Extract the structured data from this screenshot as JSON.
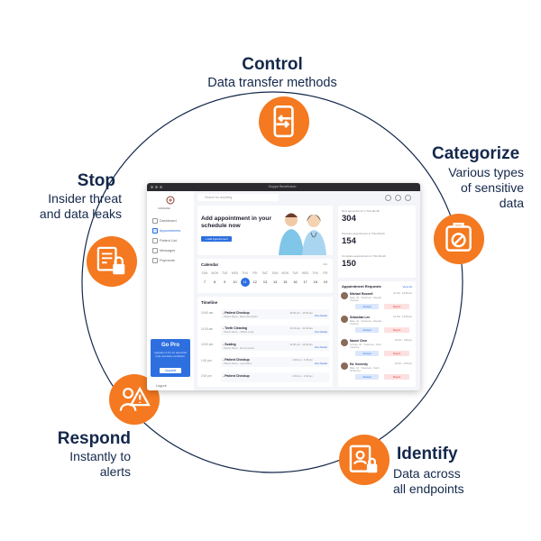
{
  "diagram": {
    "accent_color": "#f47920",
    "text_color": "#14284b",
    "ring_color": "#14284b",
    "nodes": [
      {
        "id": "control",
        "title": "Control",
        "subtitle": "Data transfer methods",
        "icon": "phone-transfer-icon"
      },
      {
        "id": "categorize",
        "title": "Categorize",
        "subtitle_lines": [
          "Various types",
          "of sensitive",
          "data"
        ],
        "icon": "device-prohibited-icon"
      },
      {
        "id": "identify",
        "title": "Identify",
        "subtitle_lines": [
          "Data across",
          "all endpoints"
        ],
        "icon": "user-document-lock-icon"
      },
      {
        "id": "respond",
        "title": "Respond",
        "subtitle_lines": [
          "Instantly to",
          "alerts"
        ],
        "icon": "alert-user-icon"
      },
      {
        "id": "stop",
        "title": "Stop",
        "subtitle_lines": [
          "Insider threat",
          "and data leaks"
        ],
        "icon": "documents-lock-icon"
      }
    ]
  },
  "dashboard": {
    "url": "Gruppe Beneficiario",
    "logo_text": "CLINICANA",
    "search_placeholder": "Search for anything",
    "nav": [
      "Dashboard",
      "Appointments",
      "Patient List",
      "Messages",
      "Payments"
    ],
    "active_nav_index": 1,
    "go_pro": {
      "title": "Go Pro",
      "desc": "Upgrade to Pro for advanced tools and faster workflows.",
      "button": "Upgrade"
    },
    "logout": "Logout",
    "banner": {
      "title": "Add appointment in your schedule now",
      "button": "+ Add Appointment"
    },
    "calendar": {
      "title": "Calendar",
      "month": "Oct",
      "days": [
        "SUN",
        "MON",
        "TUE",
        "WED",
        "THU",
        "FRI",
        "SAT",
        "SUN",
        "MON",
        "TUE",
        "WED",
        "THU",
        "FRI"
      ],
      "dates": [
        "7",
        "8",
        "9",
        "10",
        "11",
        "12",
        "13",
        "14",
        "15",
        "16",
        "17",
        "18",
        "19"
      ],
      "selected_index": 4
    },
    "timeline": {
      "title": "Timeline",
      "times": [
        "10:00 am",
        "11:00 am",
        "12:00 pm",
        "1:00 pm",
        "2:00 pm"
      ],
      "items": [
        {
          "name": "Patient Checkup",
          "sub": "Patient Name - Maria Hernandez",
          "time": "10:00 am - 10:30 am",
          "link": "View Details"
        },
        {
          "name": "Teeth Cleaning",
          "sub": "Patient Name - Clifford Lorde",
          "time": "11:00 am - 11:30 am",
          "link": "View Details"
        },
        {
          "name": "Scaling",
          "sub": "Patient Name - Emma Garcia",
          "time": "12:00 pm - 12:30 pm",
          "link": "View Details"
        },
        {
          "name": "Patient Checkup",
          "sub": "Patient Name - Luke Warm",
          "time": "1:00 pm - 1:30 pm",
          "link": "View Details"
        },
        {
          "name": "Patient Checkup",
          "sub": "",
          "time": "2:00 pm - 2:30 pm",
          "link": ""
        }
      ]
    },
    "stats": [
      {
        "label": "New appointment in This Month",
        "value": "304"
      },
      {
        "label": "Previous appointment in This Month",
        "value": "154"
      },
      {
        "label": "Complete appointment in This Month",
        "value": "150"
      }
    ],
    "requests": {
      "title": "Appointment Requests",
      "view_all": "View All",
      "accept": "Accept",
      "reject": "Reject",
      "items": [
        {
          "name": "Michael Roswell",
          "meta": "Male, 28 · Treatment - Regular checkup",
          "date": "12 Oct · 10:00 am"
        },
        {
          "name": "Sebastian Lee",
          "meta": "Male, 24 · Treatment - Regular checkup",
          "date": "12 Oct · 12:30 pm"
        },
        {
          "name": "Naomi Chen",
          "meta": "Female, 30 · Treatment - Root Cleaning",
          "date": "13 Oct · 1:00 pm"
        },
        {
          "name": "Ed. Kennedy",
          "meta": "Male, 41 · Treatment - Teeth Whitening",
          "date": "13 Oct · 2:00 pm"
        }
      ]
    }
  }
}
